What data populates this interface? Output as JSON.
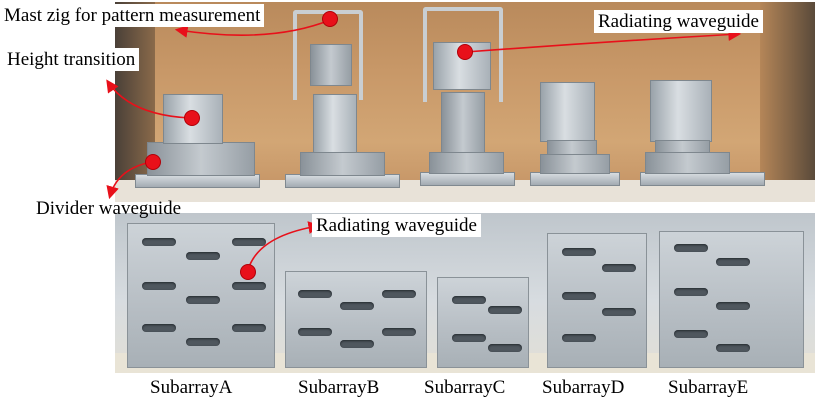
{
  "annotations": {
    "mast_zig": "Mast zig for pattern measurement",
    "height_transition": "Height transition",
    "divider_waveguide": "Divider waveguide",
    "radiating_top": "Radiating waveguide",
    "radiating_bottom": "Radiating waveguide"
  },
  "subarrays": [
    {
      "label": "SubarrayA"
    },
    {
      "label": "SubarrayB"
    },
    {
      "label": "SubarrayC"
    },
    {
      "label": "SubarrayD"
    },
    {
      "label": "SubarrayE"
    }
  ],
  "colors": {
    "marker": "#e8101a",
    "arrow": "#e8101a"
  }
}
